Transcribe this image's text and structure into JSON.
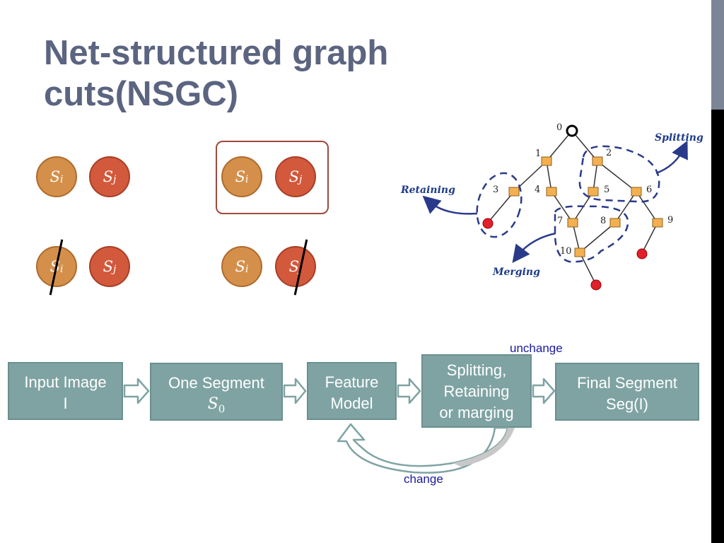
{
  "title": "Net-structured graph cuts(NSGC)",
  "cases": {
    "si_label": "S",
    "si_sub": "i",
    "sj_label": "S",
    "sj_sub": "j"
  },
  "tree": {
    "node_labels": [
      "0",
      "1",
      "2",
      "3",
      "4",
      "5",
      "6",
      "7",
      "8",
      "9",
      "10"
    ],
    "splitting_label": "Splitting",
    "retaining_label": "Retaining",
    "merging_label": "Merging"
  },
  "flow": {
    "boxes": [
      {
        "line1": "Input Image",
        "line2": "I"
      },
      {
        "line1": "One Segment",
        "sym": "S",
        "sym_sub": "0"
      },
      {
        "line1": "Feature",
        "line2": "Model"
      },
      {
        "line1": "Splitting,",
        "line2": "Retaining",
        "line3": "or marging"
      },
      {
        "line1": "Final Segment",
        "line2": "Seg(I)"
      }
    ],
    "unchange_label": "unchange",
    "change_label": "change"
  },
  "colors": {
    "title": "#5b6480",
    "flow_box": "#7fa3a3",
    "orange_circle": "#d4904a",
    "red_circle": "#d2593c",
    "tree_node": "#f4b050",
    "leaf": "#e0202a",
    "dashed": "#2a3a8a"
  }
}
